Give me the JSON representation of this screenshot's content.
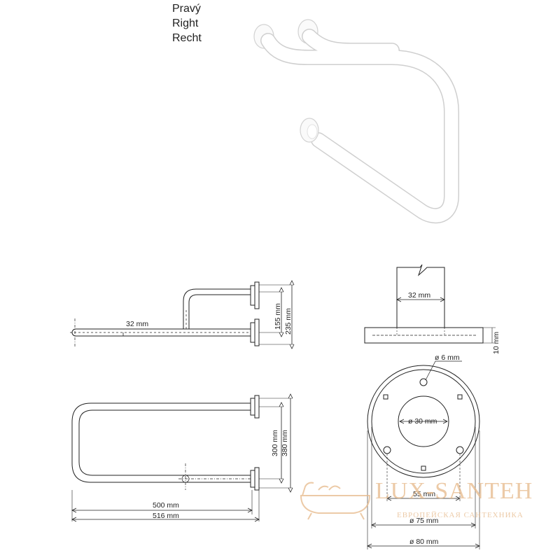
{
  "labels": {
    "cz": "Pravý",
    "en": "Right",
    "de": "Recht"
  },
  "dimensions": {
    "tube_diameter": "32 mm",
    "height_155": "155 mm",
    "height_235": "235 mm",
    "width_300": "300 mm",
    "width_380": "380 mm",
    "length_500": "500 mm",
    "length_516": "516 mm",
    "flange_thickness": "10 mm",
    "flange_tube": "32 mm",
    "hole_diameter": "ø 6 mm",
    "inner_diameter": "ø 30 mm",
    "spacing_55": "55 mm",
    "diameter_75": "ø 75 mm",
    "diameter_80": "ø 80 mm"
  },
  "watermark": {
    "brand": "LUX-SANTEH",
    "tagline": "ЕВРОПЕЙСКАЯ САНТЕХНИКА"
  },
  "colors": {
    "product": "#ffffff",
    "outline": "#cfcfcf",
    "lines": "#222222",
    "watermark": "#e6b98a"
  }
}
